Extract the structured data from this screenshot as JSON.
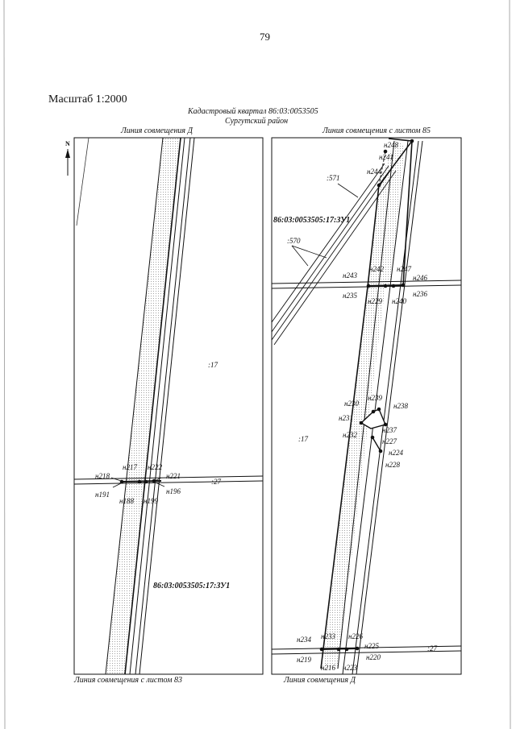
{
  "page_number": "79",
  "scale": "Масштаб 1:2000",
  "quarter": "Кадастровый квартал 86:03:0053505",
  "district": "Сургутский район",
  "left_panel": {
    "top_caption": "Линия совмещения Д",
    "bottom_caption": "Линия совмещения с листом 83",
    "parcel_ref": ":17",
    "road_ref": ":27",
    "parcel_code": "86:03:0053505:17:ЗУ1",
    "north": "N",
    "points": {
      "n218": "н218",
      "n217": "н217",
      "n222": "н222",
      "n221": "н221",
      "n191": "н191",
      "n188": "н188",
      "n199": "н199",
      "n196": "н196"
    }
  },
  "right_panel": {
    "top_caption": "Линия совмещения с листом 85",
    "bottom_caption": "Линия совмещения Д",
    "ref_571": ":571",
    "ref_570": ":570",
    "parcel_code": "86:03:0053505:17:ЗУ1",
    "parcel_ref": ":17",
    "road_ref": ":27",
    "points": {
      "n248": "н248",
      "n241": "н241",
      "n244": "н244",
      "n243": "н243",
      "n242": "н242",
      "n247": "н247",
      "n246": "н246",
      "n235": "н235",
      "n229": "н229",
      "n240": "н240",
      "n236": "н236",
      "n230": "н230",
      "n239": "н239",
      "n238": "н238",
      "n231": "н231",
      "n237": "н237",
      "n232": "н232",
      "n227": "н227",
      "n224": "н224",
      "n228": "н228",
      "n234": "н234",
      "n233": "н233",
      "n226": "н226",
      "n225": "н225",
      "n219": "н219",
      "n216": "н216",
      "n223": "н223",
      "n220": "н220"
    }
  }
}
